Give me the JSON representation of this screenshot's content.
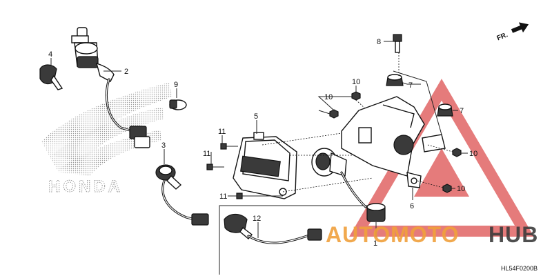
{
  "diagram": {
    "code": "HL54F0200B",
    "direction_label": "FR.",
    "brand_watermark": "HONDA",
    "dealer_watermark": {
      "part1": "AUTOMOTO",
      "part2": "HUB"
    },
    "callouts": [
      "1",
      "2",
      "3",
      "4",
      "5",
      "6",
      "7",
      "7",
      "8",
      "9",
      "10",
      "10",
      "10",
      "10",
      "11",
      "11",
      "11",
      "12"
    ],
    "colors": {
      "line": "#111111",
      "watermark_red": "#e06464",
      "watermark_orange": "#f0a03c",
      "watermark_gray": "#3c3c3c",
      "honda_pattern": "#9a9a9a"
    }
  }
}
